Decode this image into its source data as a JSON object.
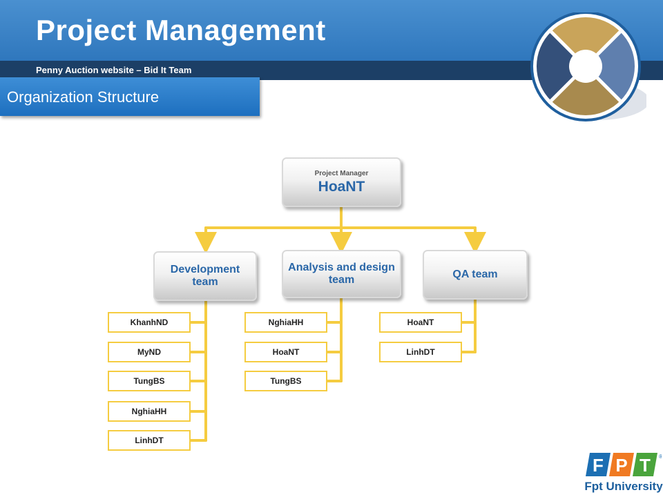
{
  "header": {
    "title": "Project Management",
    "subtitle": "Penny Auction website – Bid It Team"
  },
  "section": {
    "title": "Organization Structure"
  },
  "org": {
    "manager": {
      "role": "Project Manager",
      "name": "HoaNT"
    },
    "teams": [
      {
        "name": "Development team",
        "members": [
          "KhanhND",
          "MyND",
          "TungBS",
          "NghiaHH",
          "LinhDT"
        ]
      },
      {
        "name": "Analysis and design team",
        "members": [
          "NghiaHH",
          "HoaNT",
          "TungBS"
        ]
      },
      {
        "name": "QA team",
        "members": [
          "HoaNT",
          "LinhDT"
        ]
      }
    ]
  },
  "brand": {
    "logo_letters": [
      "F",
      "P",
      "T"
    ],
    "university": "Fpt University",
    "registered_mark": "®"
  },
  "colors": {
    "header_blue": "#3a86c8",
    "header_dark": "#1c3f66",
    "connector_yellow": "#f5cc40",
    "team_text_blue": "#2a67a8",
    "fpt_blue": "#1c6fb3",
    "fpt_orange": "#f07a22",
    "fpt_green": "#4aa43c"
  }
}
